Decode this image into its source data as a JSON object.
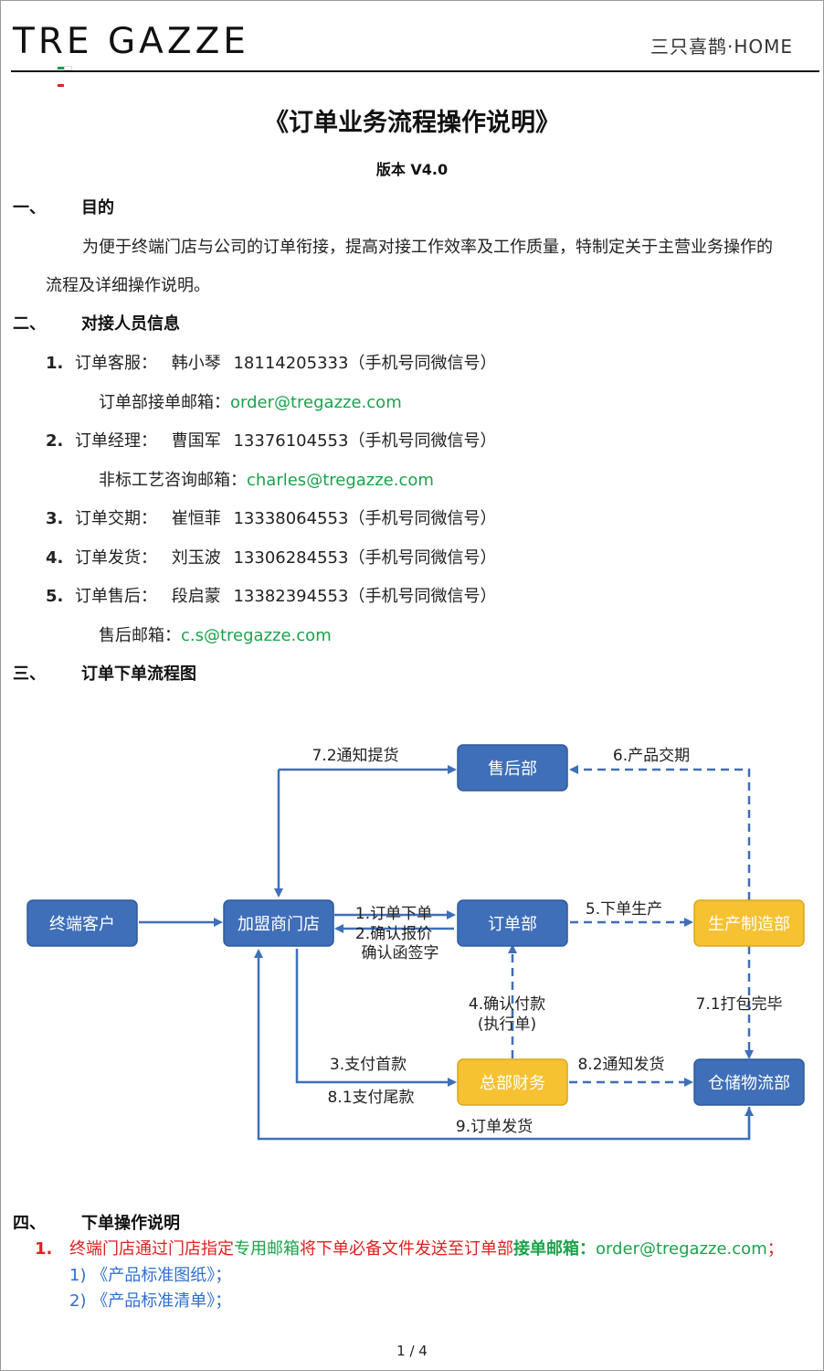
{
  "header": {
    "logo_text": "TRE GAZZE",
    "brand_right": "三只喜鹊·HOME"
  },
  "title": "《订单业务流程操作说明》",
  "version": "版本 V4.0",
  "sections": {
    "s1": {
      "num": "一、",
      "title": "目的",
      "text_line1": "为便于终端门店与公司的订单衔接，提高对接工作效率及工作质量，特制定关于主营业务操作的",
      "text_line2": "流程及详细操作说明。"
    },
    "s2": {
      "num": "二、",
      "title": "对接人员信息",
      "contacts": [
        {
          "n": "1.",
          "role": "订单客服：",
          "name": "韩小琴",
          "phone": "18114205333（手机号同微信号）",
          "email_label": "订单部接单邮箱：",
          "email": "order@tregazze.com"
        },
        {
          "n": "2.",
          "role": "订单经理：",
          "name": "曹国军",
          "phone": "13376104553（手机号同微信号）",
          "email_label": "非标工艺咨询邮箱：",
          "email": "charles@tregazze.com"
        },
        {
          "n": "3.",
          "role": "订单交期：",
          "name": "崔恒菲",
          "phone": "13338064553（手机号同微信号）"
        },
        {
          "n": "4.",
          "role": "订单发货：",
          "name": "刘玉波",
          "phone": "13306284553（手机号同微信号）"
        },
        {
          "n": "5.",
          "role": "订单售后：",
          "name": "段启蒙",
          "phone": "13382394553（手机号同微信号）",
          "email_label": "售后邮箱：",
          "email": "c.s@tregazze.com"
        }
      ]
    },
    "s3": {
      "num": "三、",
      "title": "订单下单流程图"
    },
    "s4": {
      "num": "四、",
      "title": "下单操作说明",
      "step1": {
        "n": "1.",
        "text_a": "终端门店通过门店指定",
        "text_b": "专用邮箱",
        "text_c": "将下单必备文件发送至订单部",
        "text_d": "接单邮箱：",
        "email": "order@tregazze.com",
        "text_e": "；"
      },
      "sub_items": [
        "1) 《产品标准图纸》；",
        "2) 《产品标准清单》；"
      ]
    }
  },
  "flowchart": {
    "nodes": {
      "customer": "终端客户",
      "store": "加盟商门店",
      "order_dept": "订单部",
      "aftersales": "售后部",
      "production": "生产制造部",
      "finance": "总部财务",
      "warehouse": "仓储物流部"
    },
    "labels": {
      "l72": "7.2通知提货",
      "l6": "6.产品交期",
      "l1": "1.订单下单",
      "l2a": "2.确认报价",
      "l2b": "确认函签字",
      "l5": "5.下单生产",
      "l4a": "4.确认付款",
      "l4b": "(执行单)",
      "l71": "7.1打包完毕",
      "l3": "3.支付首款",
      "l81": "8.1支付尾款",
      "l82": "8.2通知发货",
      "l9": "9.订单发货"
    },
    "colors": {
      "blue_node": "#3f6fb8",
      "yellow_node": "#f6c232",
      "arrow": "#3f6fb8"
    }
  },
  "footer": {
    "page": "1 / 4"
  }
}
